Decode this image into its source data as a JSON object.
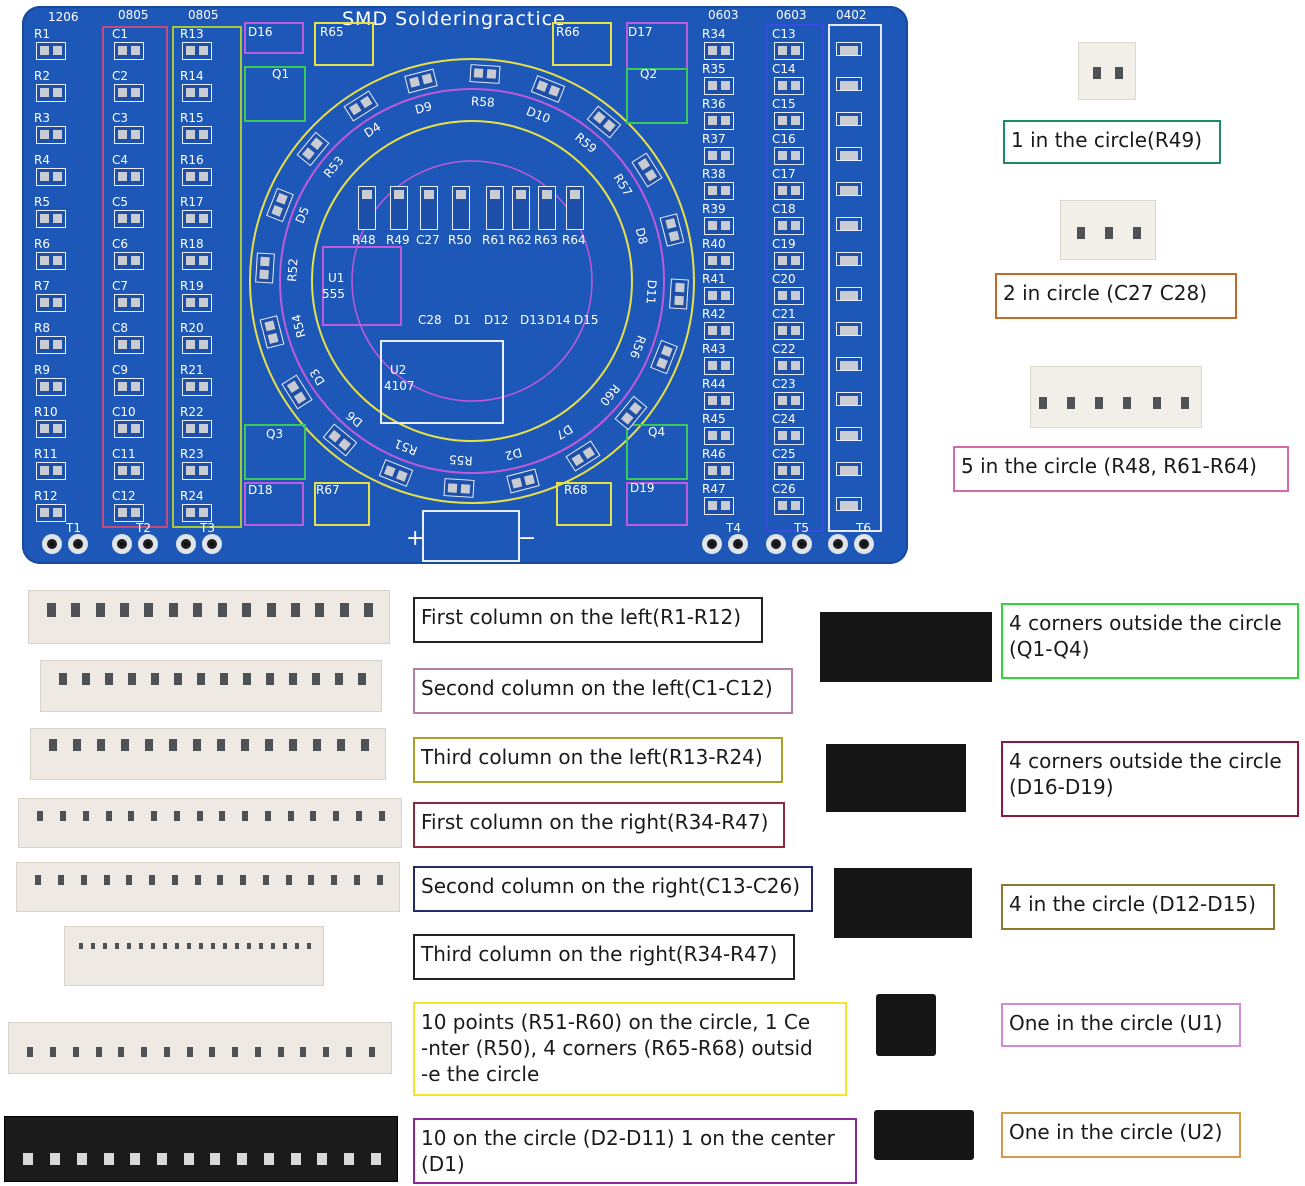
{
  "pcb": {
    "title": "SMD Solderingractice",
    "size_labels": [
      "1206",
      "0805",
      "0805",
      "0603",
      "0603",
      "0402"
    ],
    "col1_refs": [
      "R1",
      "R2",
      "R3",
      "R4",
      "R5",
      "R6",
      "R7",
      "R8",
      "R9",
      "R10",
      "R11",
      "R12"
    ],
    "col2_refs": [
      "C1",
      "C2",
      "C3",
      "C4",
      "C5",
      "C6",
      "C7",
      "C8",
      "C9",
      "C10",
      "C11",
      "C12"
    ],
    "col3_refs": [
      "R13",
      "R14",
      "R15",
      "R16",
      "R17",
      "R18",
      "R19",
      "R20",
      "R21",
      "R22",
      "R23",
      "R24"
    ],
    "col4_refs": [
      "R34",
      "R35",
      "R36",
      "R37",
      "R38",
      "R39",
      "R40",
      "R41",
      "R42",
      "R43",
      "R44",
      "R45",
      "R46",
      "R47"
    ],
    "col5_refs": [
      "C13",
      "C14",
      "C15",
      "C16",
      "C17",
      "C18",
      "C19",
      "C20",
      "C21",
      "C22",
      "C23",
      "C24",
      "C25",
      "C26"
    ],
    "terminal_refs": [
      "T1",
      "T2",
      "T3",
      "T4",
      "T5",
      "T6"
    ],
    "corner_refs": [
      "D16",
      "R65",
      "R66",
      "D17",
      "Q1",
      "Q2",
      "Q3",
      "Q4",
      "D18",
      "R67",
      "R68",
      "D19"
    ],
    "ring_refs": [
      "D9",
      "R58",
      "D10",
      "R59",
      "R57",
      "D8",
      "D11",
      "R56",
      "R60",
      "D7",
      "D2",
      "R55",
      "R51",
      "D6",
      "D3",
      "R54",
      "R52",
      "D5",
      "R53",
      "D4"
    ],
    "center_refs": [
      "R48",
      "R49",
      "C27",
      "R50",
      "R61",
      "R62",
      "R63",
      "R64",
      "U1",
      "555",
      "C28",
      "D1",
      "D12",
      "D13",
      "D14",
      "D15",
      "U2",
      "4107"
    ],
    "polarity": [
      "+",
      "−"
    ]
  },
  "labels": {
    "r49": "1 in the circle(R49)",
    "c27c28": "2 in circle (C27 C28)",
    "r48": "5 in the circle (R48, R61-R64)",
    "col1": "First column on the left(R1-R12)",
    "col2": "Second column on the left(C1-C12)",
    "col3": "Third column on the left(R13-R24)",
    "rcol1": "First column on the right(R34-R47)",
    "rcol2": "Second column on the right(C13-C26)",
    "rcol3": "Third column on the right(R34-R47)",
    "points": "10 points (R51-R60) on the circle, 1 Ce\n-nter (R50), 4 corners (R65-R68) outsid\n-e the circle",
    "leds": "10 on the circle (D2-D11) 1 on the center\n(D1)",
    "q": "4 corners outside the circle\n(Q1-Q4)",
    "d16": "4 corners outside the circle\n(D16-D19)",
    "d12": "4 in the circle (D12-D15)",
    "u1": "One in the circle (U1)",
    "u2": "One in the circle (U2)"
  },
  "colors": {
    "board": "#1d57b8",
    "col1_box": "#b02a5a",
    "col2_box": "#c04070",
    "col3_box": "#9cc23a",
    "rcol2_box": "#2a3fd0",
    "label_green": "#1e8a6a",
    "label_orange": "#c26a2a",
    "label_pink": "#d66aa8",
    "label_black": "#222222",
    "label_mauve": "#b37fa3",
    "label_olive": "#a8a226",
    "label_darkred": "#8a2a3a",
    "label_navy": "#232a6e",
    "label_yellow": "#f0e62a",
    "label_purple": "#8a2a9a",
    "label_bright_green": "#35d43a",
    "label_maroon": "#8a1a3a",
    "label_brown": "#8a7a2a",
    "label_violet": "#d08ad8",
    "label_amber": "#d49a4a"
  }
}
